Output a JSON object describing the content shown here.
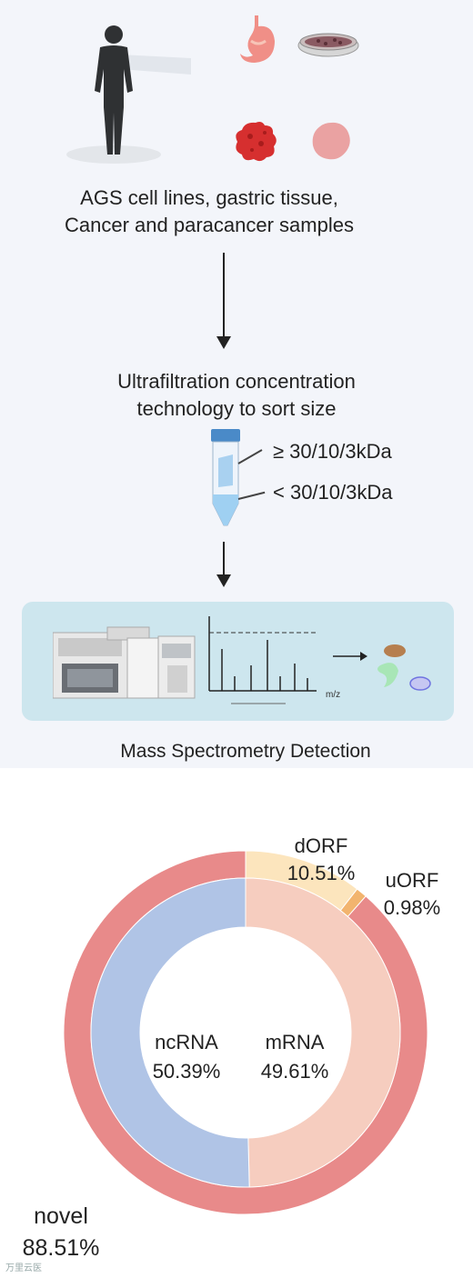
{
  "workflow": {
    "samples_caption_line1": "AGS cell lines, gastric tissue,",
    "samples_caption_line2": "Cancer and paracancer samples",
    "ultrafiltration_line1": "Ultrafiltration concentration",
    "ultrafiltration_line2": "technology to sort size",
    "size_ge": "≥ 30/10/3kDa",
    "size_lt": "< 30/10/3kDa",
    "spectrum_xlabel": "m/z",
    "ms_caption": "Mass Spectrometry Detection"
  },
  "chart_data": {
    "type": "donut",
    "inner_ring": [
      {
        "label": "ncRNA",
        "value": 50.39,
        "display": "50.39%",
        "color": "#b0c4e6"
      },
      {
        "label": "mRNA",
        "value": 49.61,
        "display": "49.61%",
        "color": "#f6cdbf"
      }
    ],
    "outer_ring": [
      {
        "label": "dORF",
        "value": 10.51,
        "display": "10.51%",
        "color": "#fce5bd"
      },
      {
        "label": "uORF",
        "value": 0.98,
        "display": "0.98%",
        "color": "#f2b46e"
      },
      {
        "label": "novel",
        "value": 88.51,
        "display": "88.51%",
        "color": "#e88a8a"
      }
    ]
  },
  "watermark": "万里云医"
}
